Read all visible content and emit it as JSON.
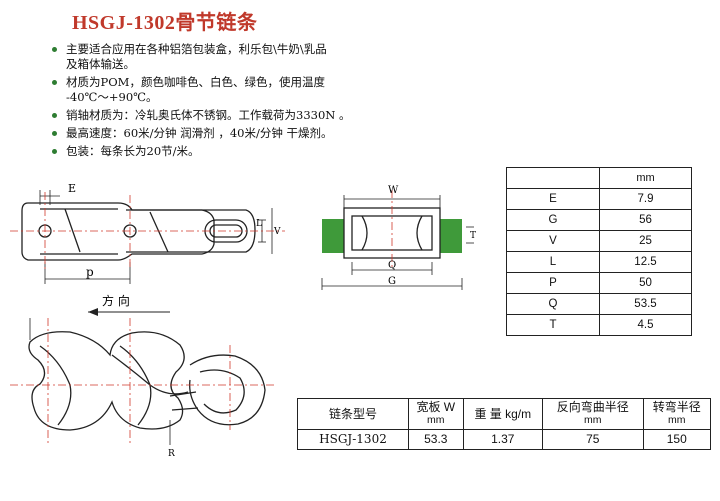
{
  "title": "HSGJ-1302骨节链条",
  "bullets": [
    {
      "line1": "主要适合应用在各种铝箔包装盒，利乐包\\牛奶\\乳品",
      "line2": "及箱体输送。"
    },
    {
      "line1": "材质为POM，颜色咖啡色、白色、绿色，使用温度",
      "line2": "-40℃～+90℃。"
    },
    {
      "line1": "销轴材质为：冷轧奥氏体不锈钢。工作载荷为3330N 。",
      "line2": ""
    },
    {
      "line1": "最高速度：60米/分钟 润滑剂 ，40米/分钟 干燥剂。",
      "line2": ""
    },
    {
      "line1": "包装：每条长为20节/米。",
      "line2": ""
    }
  ],
  "drawing_labels": {
    "E": "E",
    "p": "p",
    "L": "L",
    "V": "V",
    "W": "W",
    "Q": "Q",
    "G": "G",
    "T": "T",
    "R": "R",
    "direction": "方 向"
  },
  "dims_table": {
    "unit": "mm",
    "rows": [
      {
        "key": "E",
        "value": "7.9"
      },
      {
        "key": "G",
        "value": "56"
      },
      {
        "key": "V",
        "value": "25"
      },
      {
        "key": "L",
        "value": "12.5"
      },
      {
        "key": "P",
        "value": "50"
      },
      {
        "key": "Q",
        "value": "53.5"
      },
      {
        "key": "T",
        "value": "4.5"
      }
    ]
  },
  "spec_table": {
    "headers": {
      "model": "链条型号",
      "width": "宽板 W",
      "width_unit": "mm",
      "weight": "重 量 kg/m",
      "back_radius": "反向弯曲半径",
      "back_radius_unit": "mm",
      "turn_radius": "转弯半径",
      "turn_radius_unit": "mm"
    },
    "row": {
      "model": "HSGJ-1302",
      "width": "53.3",
      "weight": "1.37",
      "back_radius": "75",
      "turn_radius": "150"
    }
  },
  "colors": {
    "title": "#c0392b",
    "bullet": "#2e7d32",
    "accent_green": "#3f9a3a",
    "centerline": "#d0392b"
  }
}
